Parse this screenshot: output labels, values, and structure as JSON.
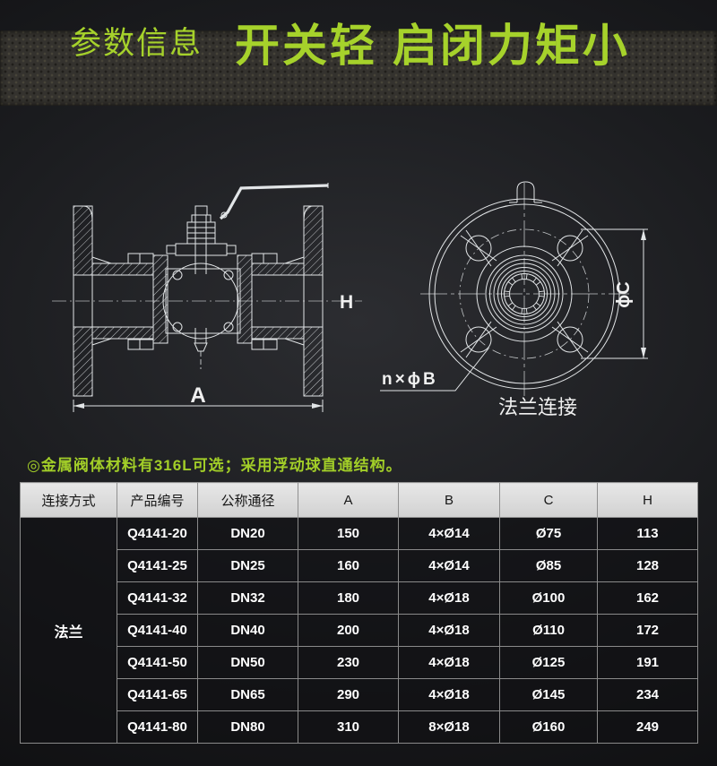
{
  "header": {
    "badge_label": "参数信息",
    "title": "开关轻 启闭力矩小",
    "accent_color": "#a6d22b"
  },
  "drawings": {
    "side_view": {
      "height_label": "H",
      "length_label": "A"
    },
    "front_view": {
      "diameter_label": "ϕC",
      "bolt_holes_label": "n×ϕB",
      "caption": "法兰连接"
    }
  },
  "note": {
    "text": "◎金属阀体材料有316L可选；采用浮动球直通结构。"
  },
  "spec_table": {
    "headers": [
      "连接方式",
      "产品编号",
      "公称通径",
      "A",
      "B",
      "C",
      "H"
    ],
    "connection_type": "法兰",
    "rows": [
      {
        "model": "Q4141-20",
        "dn": "DN20",
        "a": "150",
        "b": "4×Ø14",
        "c": "Ø75",
        "h": "113"
      },
      {
        "model": "Q4141-25",
        "dn": "DN25",
        "a": "160",
        "b": "4×Ø14",
        "c": "Ø85",
        "h": "128"
      },
      {
        "model": "Q4141-32",
        "dn": "DN32",
        "a": "180",
        "b": "4×Ø18",
        "c": "Ø100",
        "h": "162"
      },
      {
        "model": "Q4141-40",
        "dn": "DN40",
        "a": "200",
        "b": "4×Ø18",
        "c": "Ø110",
        "h": "172"
      },
      {
        "model": "Q4141-50",
        "dn": "DN50",
        "a": "230",
        "b": "4×Ø18",
        "c": "Ø125",
        "h": "191"
      },
      {
        "model": "Q4141-65",
        "dn": "DN65",
        "a": "290",
        "b": "4×Ø18",
        "c": "Ø145",
        "h": "234"
      },
      {
        "model": "Q4141-80",
        "dn": "DN80",
        "a": "310",
        "b": "8×Ø18",
        "c": "Ø160",
        "h": "249"
      }
    ]
  },
  "colors": {
    "accent_green": "#a6d22b",
    "table_header_bg": "#d9d9d9",
    "drawing_line": "#e2e5e7",
    "page_bg_center": "#2c2d31",
    "page_bg_edge": "#0c0c0e",
    "band_bg": "#34322e"
  }
}
